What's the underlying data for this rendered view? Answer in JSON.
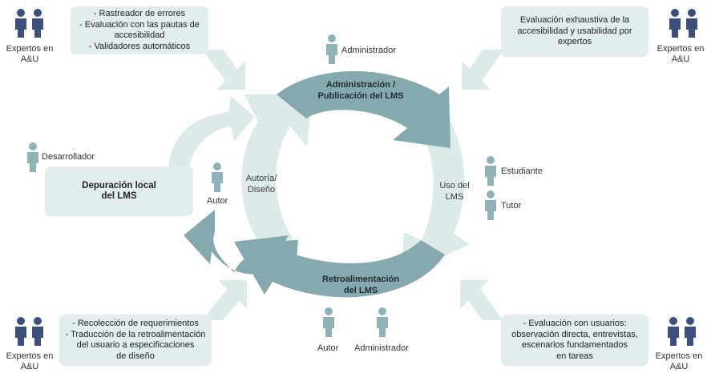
{
  "colors": {
    "expert_icon": "#3d4f7c",
    "role_icon": "#8fb1b8",
    "box_fill": "#e1eeed",
    "arrow_dark": "#86a9af",
    "arrow_light": "#dcebea"
  },
  "cycle": {
    "administracion": [
      "Administración /",
      "Publicación del LMS"
    ],
    "uso": [
      "Uso del",
      "LMS"
    ],
    "retroalimentacion": [
      "Retroalimentación",
      "del LMS"
    ],
    "autoria": [
      "Autoría/",
      "Diseño"
    ]
  },
  "depuracion": [
    "Depuración local",
    "del LMS"
  ],
  "boxes": {
    "top_left": [
      "- Rastreador de errores",
      "- Evaluación con las pautas de",
      "accesibilidad",
      "- Validadores automáticos"
    ],
    "top_right": [
      "Evaluación exhaustiva de la",
      "accesibilidad y usabilidad por",
      "expertos"
    ],
    "bottom_left": [
      "- Recolección de requerimientos",
      "- Traducción de la retroalimentación",
      "del usuario a especificaciones",
      "de diseño"
    ],
    "bottom_right": [
      "- Evaluación con usuarios:",
      "observación directa, entrevistas,",
      "escenarios fundamentados",
      "en tareas"
    ]
  },
  "experts": {
    "top_left": [
      "Expertos en",
      "A&U"
    ],
    "top_right": [
      "Expertos en",
      "A&U"
    ],
    "bottom_left": [
      "Expertos en",
      "A&U"
    ],
    "bottom_right": [
      "Expertos en",
      "A&U"
    ]
  },
  "roles": {
    "administrador_top": "Administrador",
    "desarrollador": "Desarrollador",
    "autor_middle": "Autor",
    "estudiante": "Estudiante",
    "tutor": "Tutor",
    "autor_bottom": "Autor",
    "administrador_bottom": "Administrador"
  }
}
